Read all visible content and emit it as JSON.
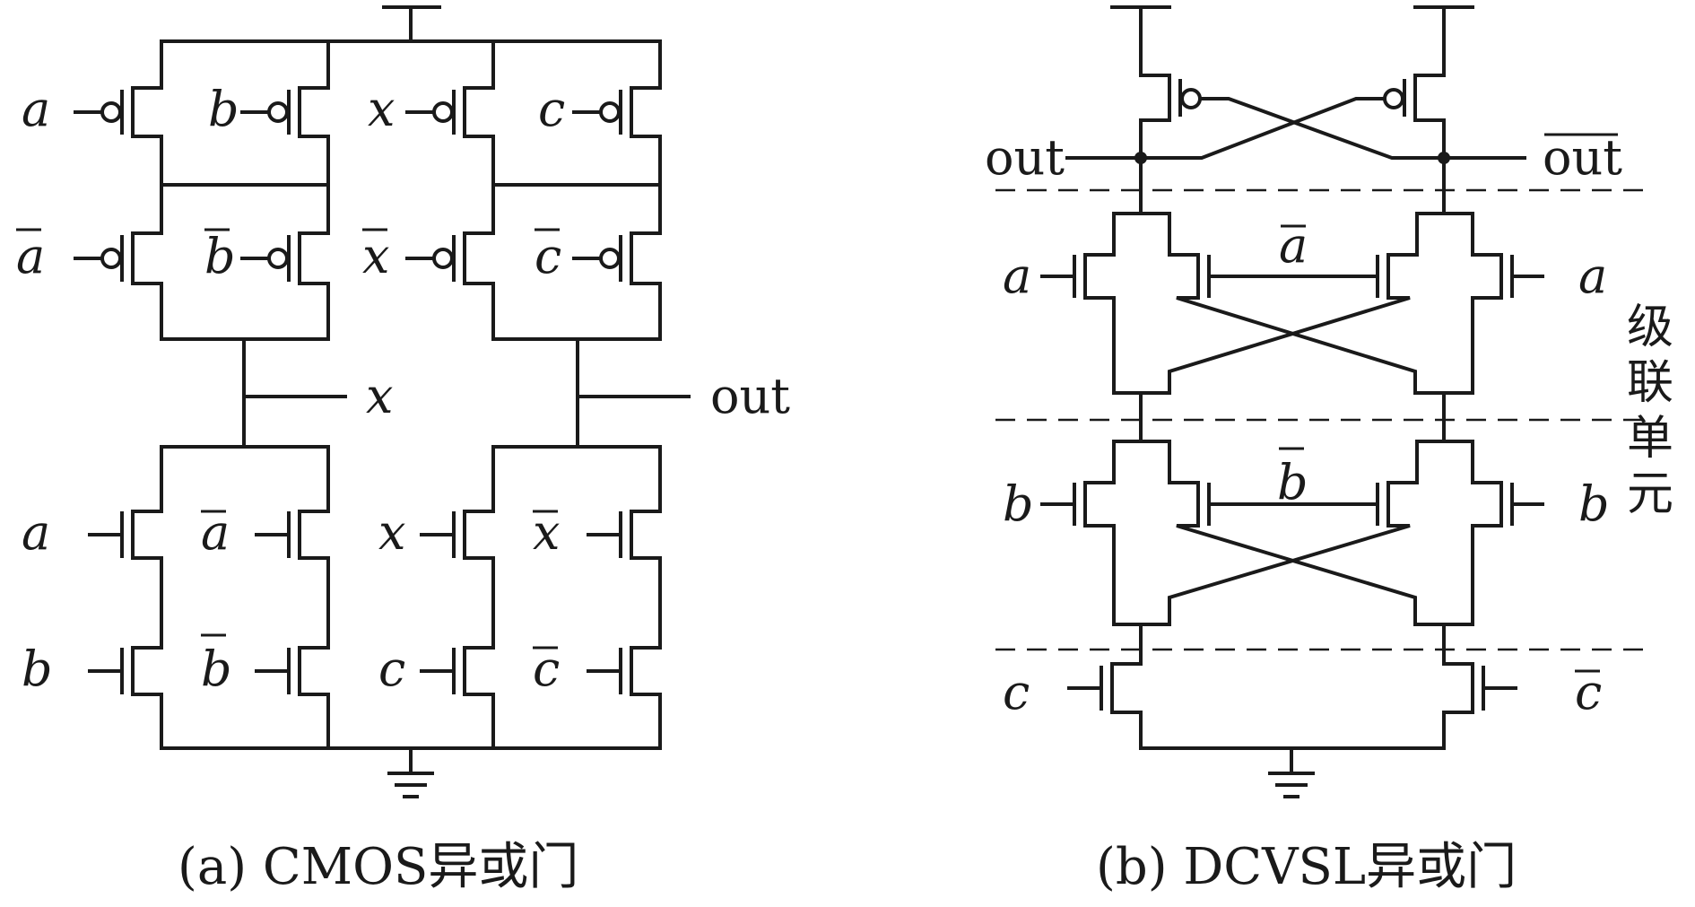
{
  "panel_a": {
    "caption": "(a) CMOS异或门",
    "labels": {
      "a": "a",
      "b": "b",
      "x": "x",
      "c": "c",
      "a_bar": "a",
      "b_bar": "b",
      "x_bar": "x",
      "c_bar": "c",
      "x_node": "x",
      "out": "out"
    }
  },
  "panel_b": {
    "caption": "(b) DCVSL异或门",
    "labels": {
      "out": "out",
      "out_bar": "out",
      "a": "a",
      "a_bar": "a",
      "b": "b",
      "b_bar": "b",
      "c": "c",
      "c_bar": "c"
    },
    "stage_label": "级联单元"
  }
}
